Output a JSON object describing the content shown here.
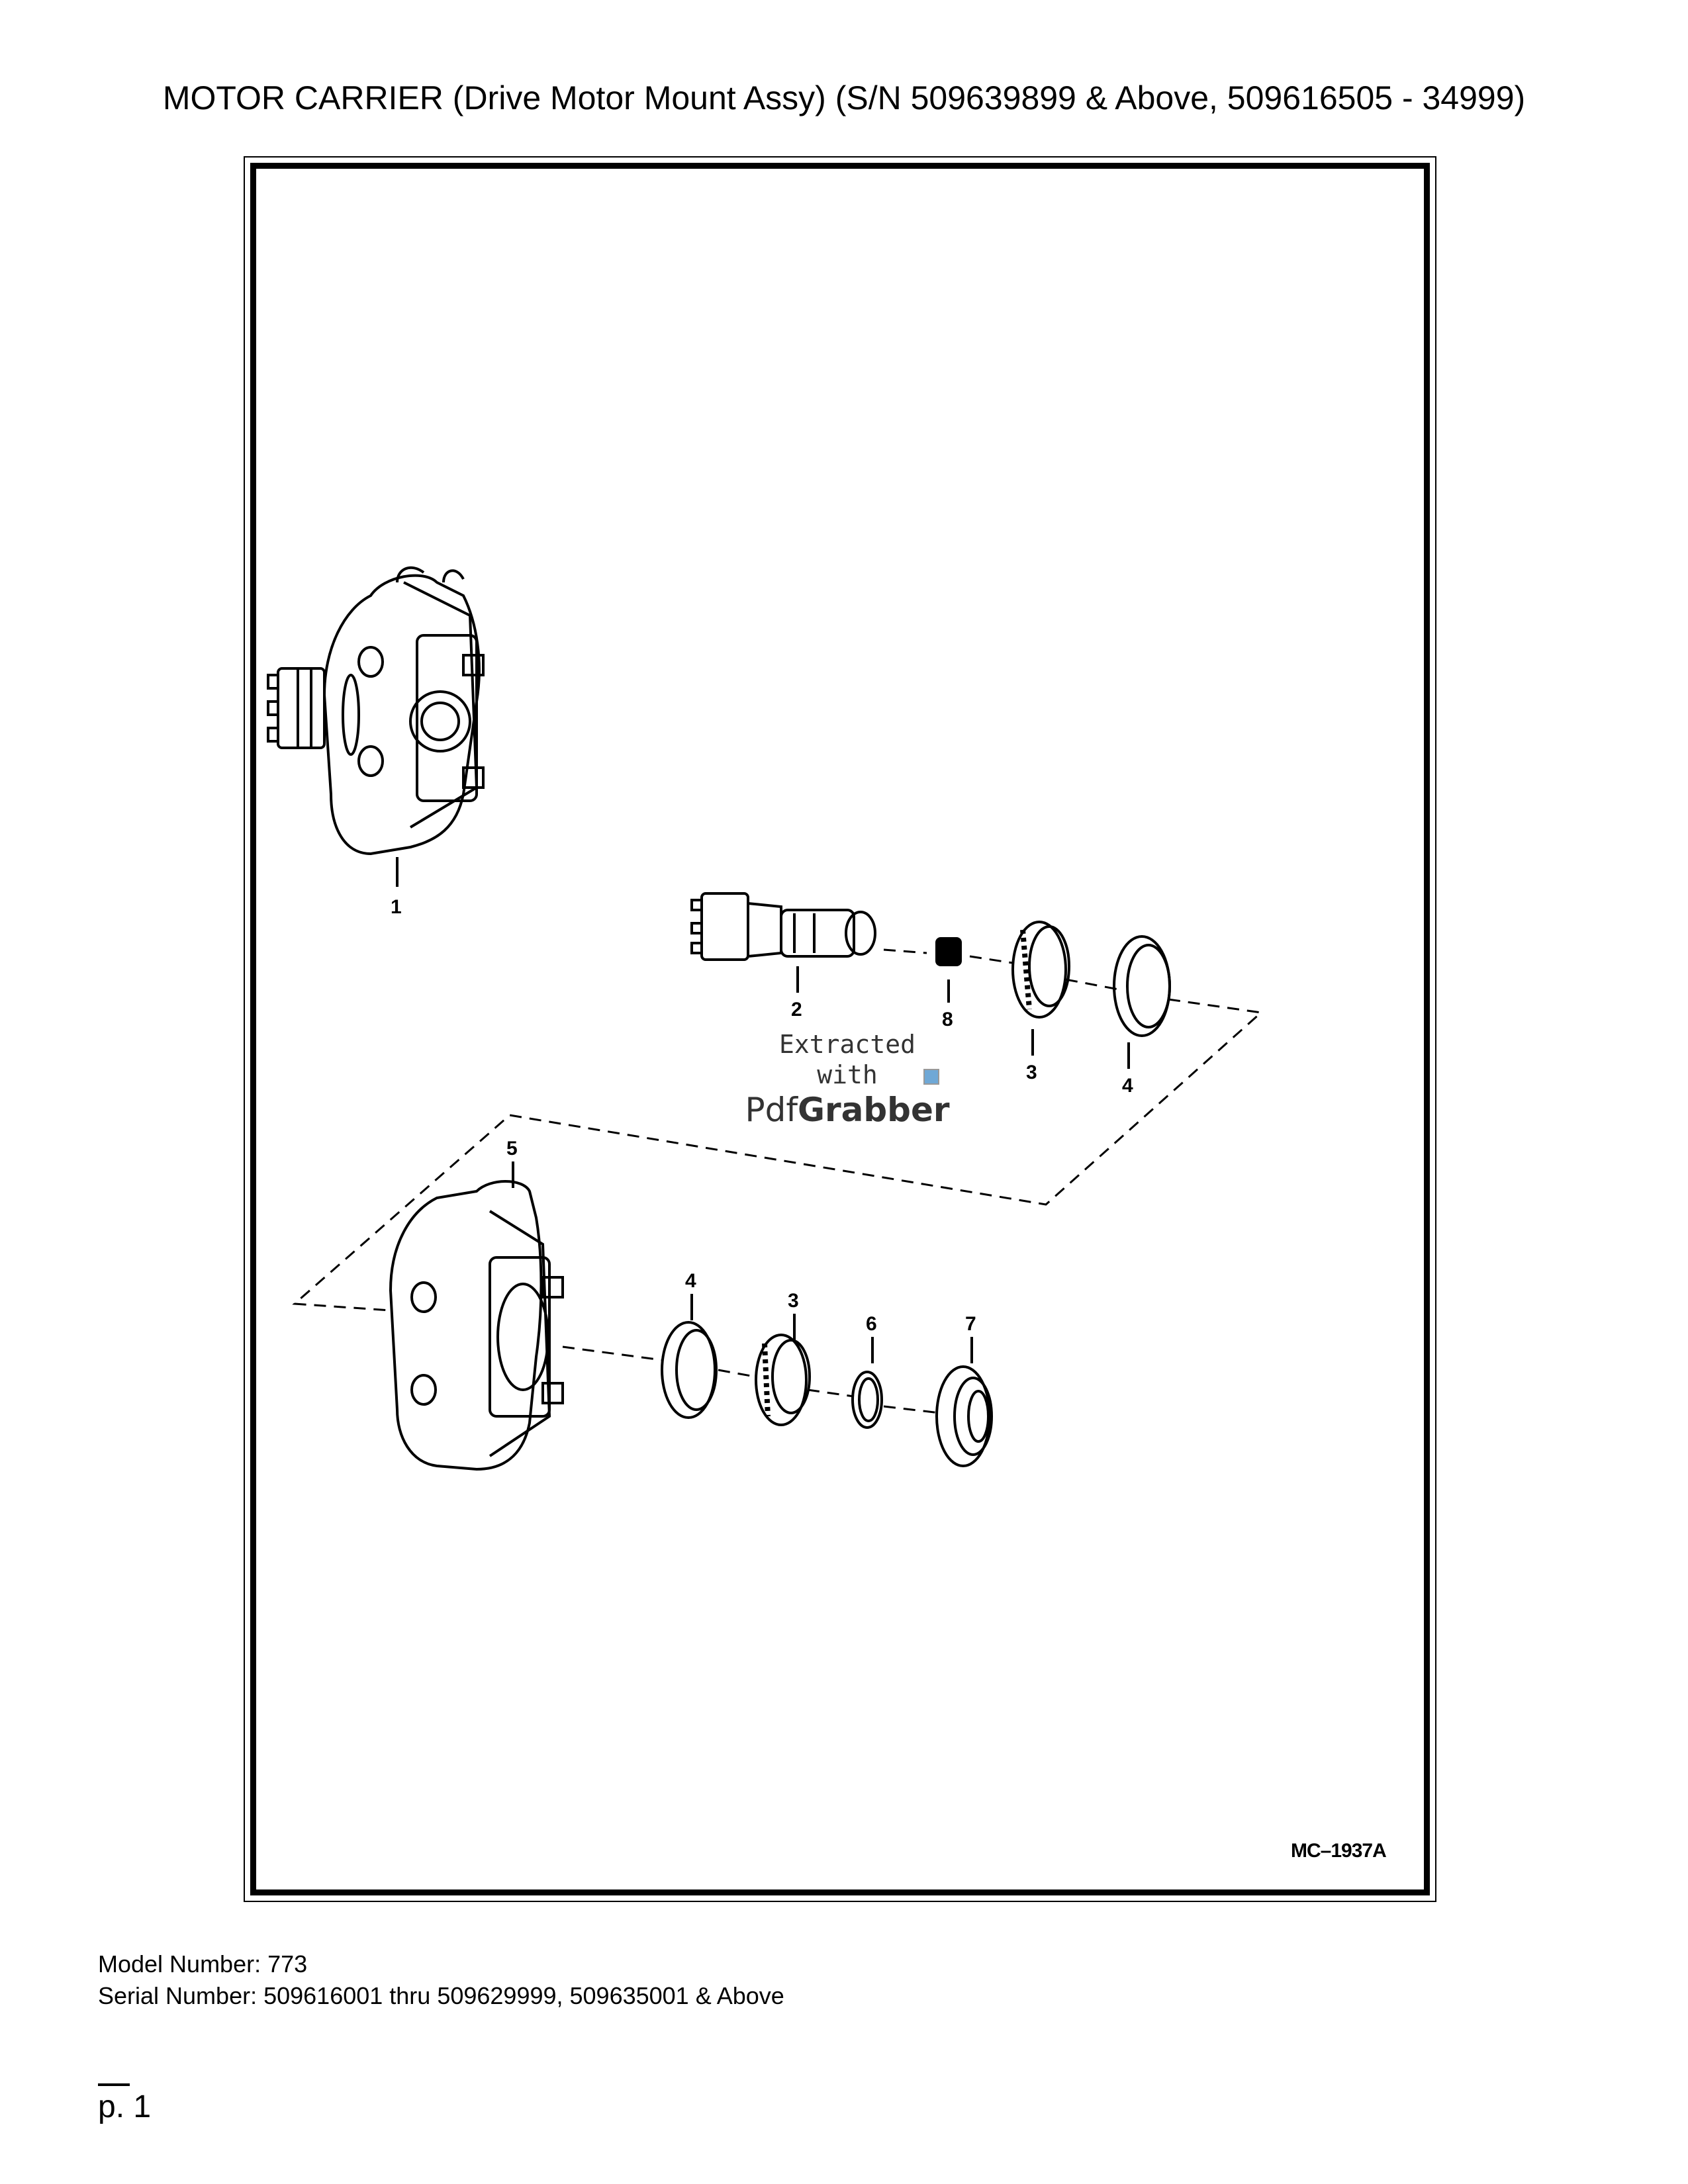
{
  "header": {
    "title": "MOTOR CARRIER (Drive Motor Mount Assy) (S/N 509639899 & Above, 509616505 - 34999)"
  },
  "figure": {
    "id": "MC–1937A",
    "callouts": {
      "c1": "1",
      "c2": "2",
      "c8": "8",
      "c3a": "3",
      "c4a": "4",
      "c5": "5",
      "c4b": "4",
      "c3b": "3",
      "c6": "6",
      "c7": "7"
    }
  },
  "watermark": {
    "line1": "Extracted",
    "line2": "with",
    "brand_a": "Pdf",
    "brand_b": "Grabber"
  },
  "footer": {
    "model": "Model Number: 773",
    "serial": "Serial Number: 509616001 thru 509629999, 509635001 & Above",
    "page": "p. 1"
  }
}
